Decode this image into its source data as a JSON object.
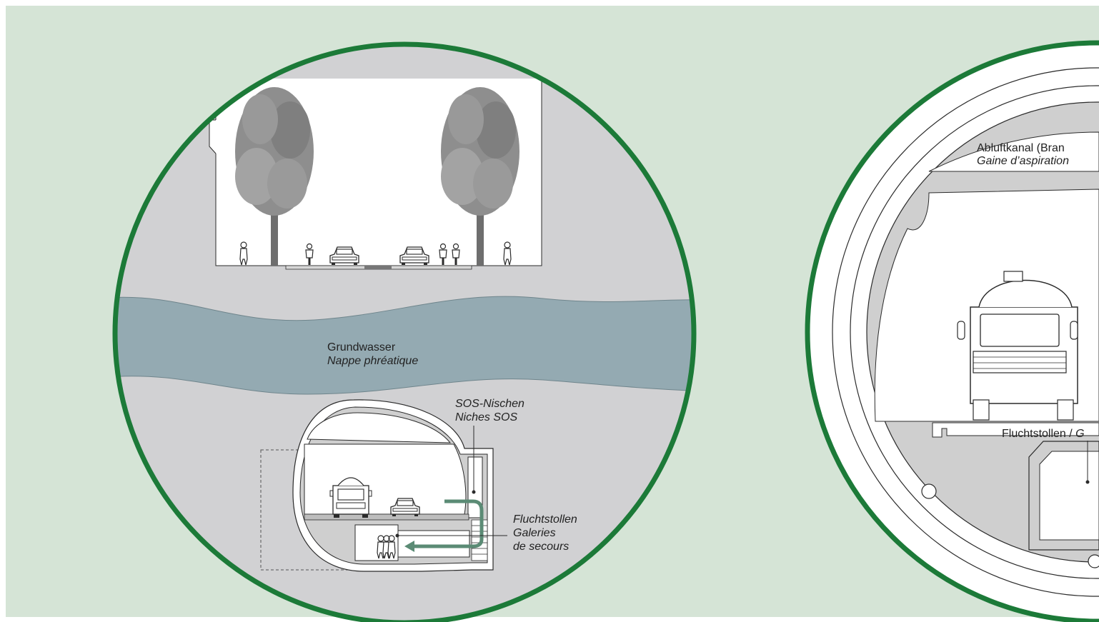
{
  "colors": {
    "frame_white": "#ffffff",
    "panel_bg": "#d5e4d6",
    "ground": "#d1d1d3",
    "groundwater": "#94aab2",
    "ring": "#1c7a38",
    "tunnel_concrete": "#cfcfcf",
    "arrow": "#5b8b75",
    "line": "#2b2b2b",
    "tree": "#8e8e8e"
  },
  "labels": {
    "groundwater_de": "Grundwasser",
    "groundwater_fr": "Nappe phréatique",
    "sos_de": "SOS-Nischen",
    "sos_fr": "Niches SOS",
    "escape_de": "Fluchtstollen",
    "escape_fr_1": "Galeries",
    "escape_fr_2": "de secours",
    "exhaust_de": "Abluftkanal (Bran",
    "exhaust_fr": "Gaine d’aspiration",
    "escape_right_de": "Fluchtstollen / ",
    "escape_right_fr": "G"
  },
  "icons": [
    "tree-icon",
    "pedestrian-icon",
    "cyclist-icon",
    "car-icon",
    "tanker-truck-icon",
    "people-icon",
    "arrow-icon"
  ]
}
